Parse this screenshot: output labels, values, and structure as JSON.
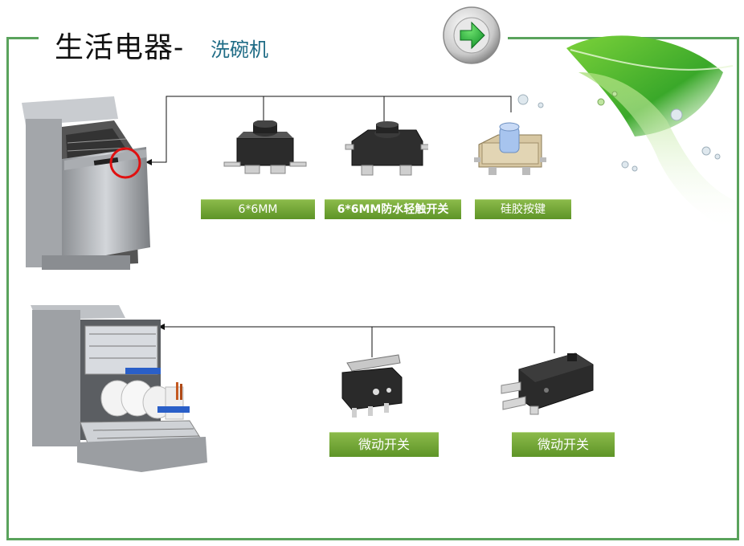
{
  "title": {
    "main": "生活电器",
    "separator": "-",
    "sub": "洗碗机"
  },
  "nav": {
    "next_icon": "green-arrow-right-icon"
  },
  "top_row": {
    "labels": [
      "6*6MM",
      "6*6MM防水轻触开关",
      "硅胶按键"
    ]
  },
  "bottom_row": {
    "labels": [
      "微动开关",
      "微动开关"
    ]
  },
  "colors": {
    "frame": "#5aa35c",
    "label": "#6fa232",
    "accent_title": "#1f6c86",
    "highlight_circle": "#e01010"
  }
}
